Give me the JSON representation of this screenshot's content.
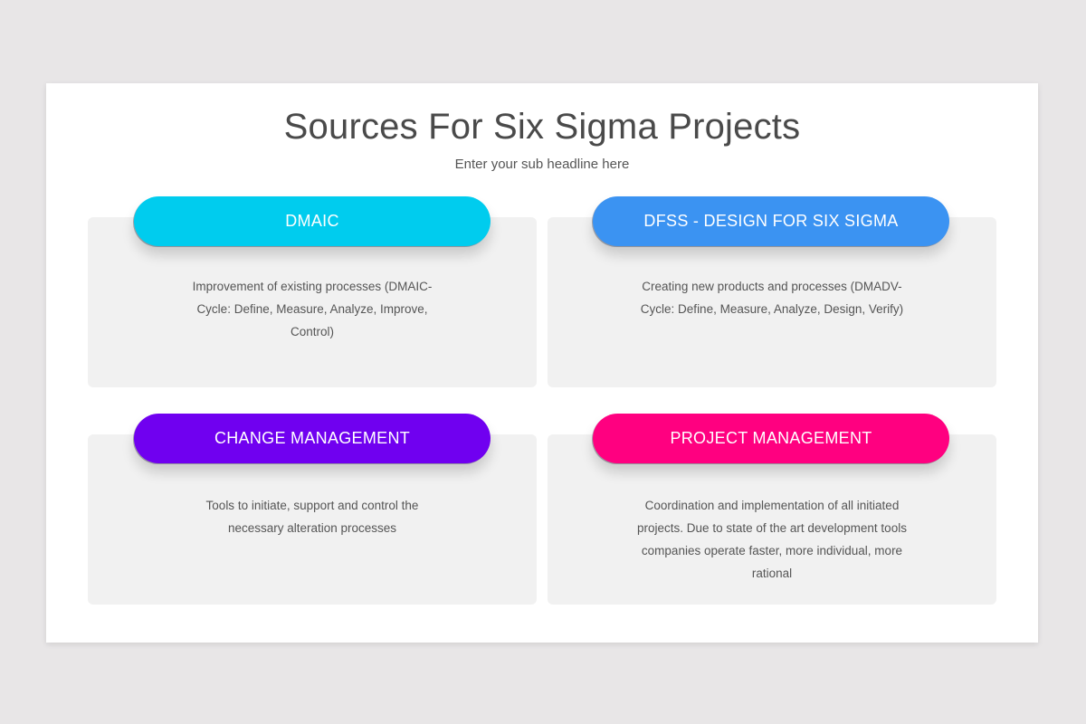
{
  "slide": {
    "title": "Sources For Six Sigma Projects",
    "subtitle": "Enter your sub headline here"
  },
  "colors": {
    "background": "#e8e6e7",
    "slide": "#ffffff",
    "card": "#f1f1f1",
    "title_text": "#4a4a4a",
    "body_text": "#555555"
  },
  "cards": [
    {
      "label": "DMAIC",
      "color": "#00ccee",
      "description": "Improvement of existing processes (DMAIC-Cycle: Define, Measure, Analyze, Improve, Control)"
    },
    {
      "label": "DFSS - DESIGN FOR SIX SIGMA",
      "color": "#3b93f2",
      "description": "Creating new products and processes (DMADV-Cycle: Define, Measure, Analyze, Design, Verify)"
    },
    {
      "label": "CHANGE MANAGEMENT",
      "color": "#7000f0",
      "description": "Tools to initiate, support and control the necessary alteration processes"
    },
    {
      "label": "PROJECT MANAGEMENT",
      "color": "#ff0080",
      "description": "Coordination and implementation of all initiated projects. Due to state of the art development tools companies operate faster, more individual, more rational"
    }
  ]
}
